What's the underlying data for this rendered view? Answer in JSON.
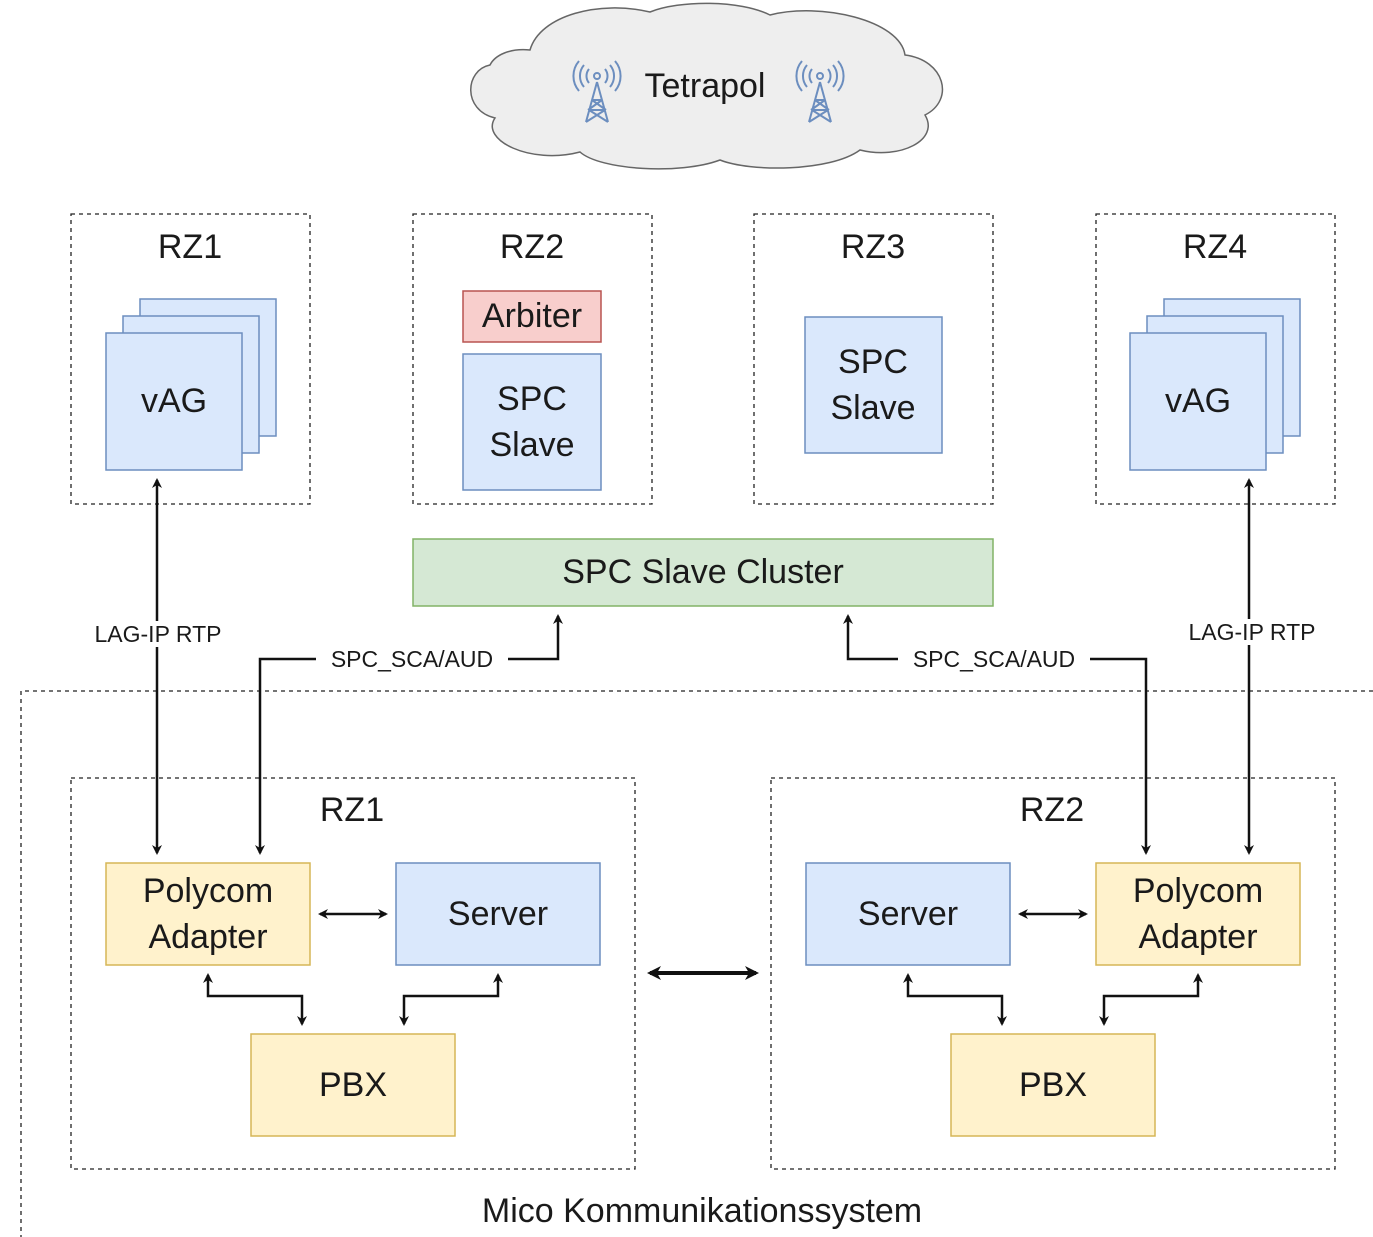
{
  "cloud": {
    "label": "Tetrapol",
    "icon_left": "antenna-tower-icon",
    "icon_right": "antenna-tower-icon"
  },
  "top_zones": [
    {
      "label": "RZ1",
      "content": "vAG"
    },
    {
      "label": "RZ2",
      "arbiter": "Arbiter",
      "line1": "SPC",
      "line2": "Slave"
    },
    {
      "label": "RZ3",
      "line1": "SPC",
      "line2": "Slave"
    },
    {
      "label": "RZ4",
      "content": "vAG"
    }
  ],
  "cluster": {
    "label": "SPC Slave Cluster"
  },
  "edges": {
    "lag_left": "LAG-IP RTP",
    "lag_right": "LAG-IP RTP",
    "spc_left": "SPC_SCA/AUD",
    "spc_right": "SPC_SCA/AUD"
  },
  "system": {
    "label": "Mico Kommunikationssystem",
    "sites": [
      {
        "label": "RZ1",
        "adapter_line1": "Polycom",
        "adapter_line2": "Adapter",
        "server": "Server",
        "pbx": "PBX"
      },
      {
        "label": "RZ2",
        "adapter_line1": "Polycom",
        "adapter_line2": "Adapter",
        "server": "Server",
        "pbx": "PBX"
      }
    ]
  },
  "colors": {
    "blue_fill": "#dae8fc",
    "blue_stroke": "#6c8ebf",
    "yellow_fill": "#fff2cc",
    "yellow_stroke": "#d6b656",
    "green_fill": "#d5e8d4",
    "green_stroke": "#82b366",
    "red_fill": "#f8cecc",
    "red_stroke": "#b85450",
    "antenna": "#6c8ebf"
  }
}
